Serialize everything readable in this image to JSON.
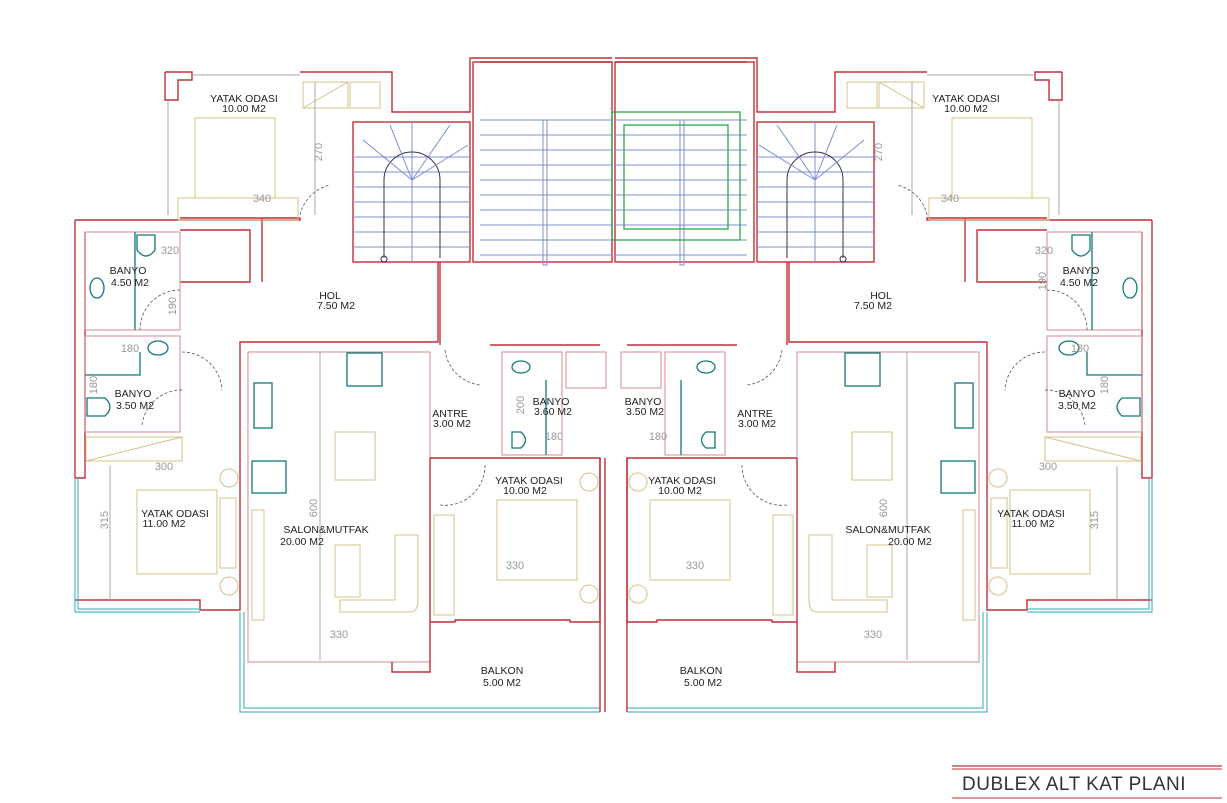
{
  "title": "DUBLEX ALT KAT PLANI",
  "left_unit": {
    "bedroom_top": {
      "name": "YATAK ODASI",
      "area": "10.00 M2"
    },
    "bath_large": {
      "name": "BANYO",
      "area": "4.50 M2"
    },
    "bath_small": {
      "name": "BANYO",
      "area": "3.50 M2"
    },
    "hall": {
      "name": "HOL",
      "area": "7.50 M2"
    },
    "entrance": {
      "name": "ANTRE",
      "area": "3.00 M2"
    },
    "bath_center": {
      "name": "BANYO",
      "area": "3.60 M2"
    },
    "living_kitchen": {
      "name": "SALON&MUTFAK",
      "area": "20.00 M2"
    },
    "bedroom_side": {
      "name": "YATAK ODASI",
      "area": "11.00 M2"
    },
    "bedroom_center": {
      "name": "YATAK ODASI",
      "area": "10.00 M2"
    },
    "balcony": {
      "name": "BALKON",
      "area": "5.00 M2"
    },
    "dims": [
      "270",
      "340",
      "320",
      "190",
      "180",
      "180",
      "300",
      "315",
      "600",
      "330",
      "330",
      "200",
      "180"
    ]
  },
  "right_unit": {
    "bedroom_top": {
      "name": "YATAK ODASI",
      "area": "10.00 M2"
    },
    "bath_large": {
      "name": "BANYO",
      "area": "4.50 M2"
    },
    "bath_small": {
      "name": "BANYO",
      "area": "3.50 M2"
    },
    "hall": {
      "name": "HOL",
      "area": "7.50 M2"
    },
    "entrance": {
      "name": "ANTRE",
      "area": "3.00 M2"
    },
    "bath_center": {
      "name": "BANYO",
      "area": "3.50 M2"
    },
    "living_kitchen": {
      "name": "SALON&MUTFAK",
      "area": "20.00 M2"
    },
    "bedroom_side": {
      "name": "YATAK ODASI",
      "area": "11.00 M2"
    },
    "bedroom_center": {
      "name": "YATAK ODASI",
      "area": "10.00 M2"
    },
    "balcony": {
      "name": "BALKON",
      "area": "5.00 M2"
    },
    "dims": [
      "270",
      "340",
      "320",
      "190",
      "180",
      "180",
      "300",
      "315",
      "600",
      "330",
      "330",
      "180"
    ]
  },
  "colors": {
    "wall": "#c0303a",
    "balcony_rail": "#5ab4c8",
    "furniture": "#d6c08a",
    "fixtures": "#13797a",
    "stairs": "#7c8fd0",
    "elevator": "#2da84a"
  }
}
